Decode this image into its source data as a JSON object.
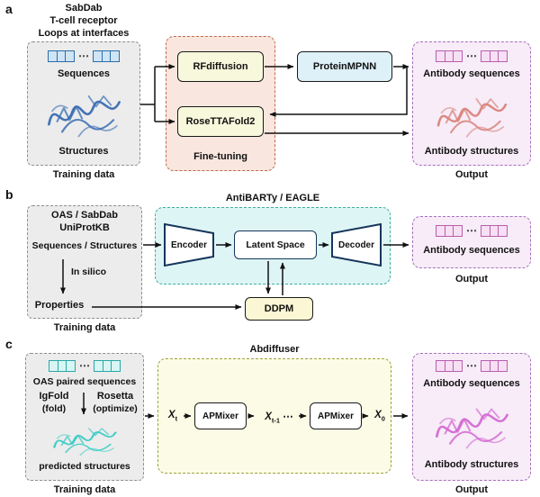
{
  "figure": {
    "type": "diagram",
    "description": "Diffusion-based antibody design pipelines"
  },
  "icons": {
    "ellipsis": "⋯"
  },
  "colors": {
    "training_box_bg": "#ececec",
    "finetune_box_bg": "#f9e7df",
    "vae_box_bg": "#def5f5",
    "diffusion_box_bg": "#fcfce6",
    "output_box_bg": "#f7ecf7",
    "rf_box_bg": "#f8f8dc",
    "proteinmpnn_bg": "#def0f8",
    "ddpm_bg": "#fbf6d4",
    "blue_protein": "#3a6db3",
    "salmon_protein": "#d9837a",
    "cyan_protein": "#38cbc4",
    "magenta_protein": "#d36ad3"
  },
  "panels": {
    "a": {
      "label": "a",
      "header_lines": [
        "SabDab",
        "T-cell receptor",
        "Loops at interfaces"
      ],
      "training": {
        "sequences_label": "Sequences",
        "structures_label": "Structures",
        "caption": "Training data"
      },
      "finetuning": {
        "caption": "Fine-tuning",
        "rfdiffusion_label": "RFdiffusion",
        "rosettafold2_label": "RoseTTAFold2"
      },
      "proteinmpnn_label": "ProteinMPNN",
      "output": {
        "sequences_label": "Antibody sequences",
        "structures_label": "Antibody structures",
        "caption": "Output"
      }
    },
    "b": {
      "label": "b",
      "title": "AntiBARTy / EAGLE",
      "training": {
        "source_line1": "OAS / SabDab",
        "source_line2": "UniProtKB",
        "data_line": "Sequences / Structures",
        "insilico_label": "In silico",
        "properties_label": "Properties",
        "caption": "Training data"
      },
      "vae": {
        "encoder": "Encoder",
        "latent": "Latent Space",
        "decoder": "Decoder"
      },
      "ddpm_label": "DDPM",
      "output": {
        "sequences_label": "Antibody sequences",
        "caption": "Output"
      }
    },
    "c": {
      "label": "c",
      "title": "Abdiffuser",
      "training": {
        "source_line": "OAS paired sequences",
        "igfold_line1": "IgFold",
        "igfold_line2": "(fold)",
        "rosetta_line1": "Rosetta",
        "rosetta_line2": "(optimize)",
        "structures_label": "predicted structures",
        "caption": "Training data"
      },
      "diffusion": {
        "x_t": {
          "base": "X",
          "sub": "t"
        },
        "apmixer1_label": "APMixer",
        "x_mid": {
          "base": "X",
          "sub": "t-1",
          "ellipsis": "⋯"
        },
        "apmixer2_label": "APMixer",
        "x_0": {
          "base": "X",
          "sub": "0"
        }
      },
      "output": {
        "sequences_label": "Antibody sequences",
        "structures_label": "Antibody structures",
        "caption": "Output"
      }
    }
  }
}
